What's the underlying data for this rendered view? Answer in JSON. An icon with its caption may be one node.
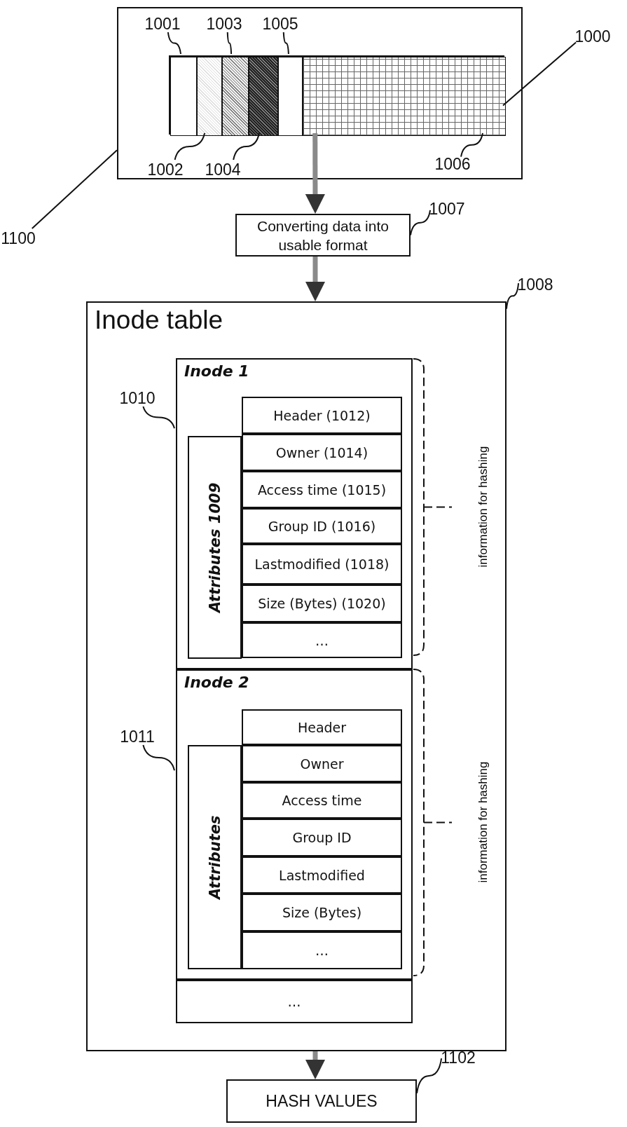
{
  "diagram": {
    "nodes": [
      {
        "text": [],
        "shape": "box"
      },
      {
        "text": [],
        "shape": "bar",
        "in": 0
      },
      {
        "text": [],
        "shape": "box",
        "in": 1
      },
      {
        "text": [],
        "shape": "box",
        "in": 1
      },
      {
        "text": [],
        "shape": "box",
        "in": 1
      },
      {
        "text": [],
        "shape": "box",
        "in": 1
      },
      {
        "text": [],
        "shape": "box",
        "in": 1
      },
      {
        "text": [],
        "shape": "box",
        "in": 1
      },
      {
        "text": [
          "1001"
        ],
        "in": 0
      },
      {
        "text": [
          "1002"
        ],
        "in": 0
      },
      {
        "text": [
          "1003"
        ],
        "in": 0
      },
      {
        "text": [
          "1004"
        ],
        "in": 0
      },
      {
        "text": [
          "1005"
        ],
        "in": 0
      },
      {
        "text": [
          "1006"
        ],
        "in": 0
      },
      {
        "text": [
          "1000"
        ]
      },
      {
        "text": [
          "1100"
        ]
      },
      {
        "text": [
          "Converting data into usable format"
        ]
      },
      {
        "text": [
          "1007"
        ]
      },
      {
        "text": [
          "Inode table"
        ]
      },
      {
        "text": [
          "1008"
        ]
      },
      {
        "text": [
          "Inode 1"
        ],
        "in": 18
      },
      {
        "text": [
          "1010"
        ],
        "in": 18
      },
      {
        "text": [
          "Attributes 1009"
        ],
        "in": 20
      },
      {
        "text": [
          "Header (1012)"
        ],
        "in": 20
      },
      {
        "text": [
          "Owner (1014)"
        ],
        "in": 20
      },
      {
        "text": [
          "Access time (1015)"
        ],
        "in": 20
      },
      {
        "text": [
          "Group ID (1016)"
        ],
        "in": 20
      },
      {
        "text": [
          "Lastmodified (1018)"
        ],
        "in": 20
      },
      {
        "text": [
          "Size (Bytes) (1020)"
        ],
        "in": 20
      },
      {
        "text": [
          "…"
        ],
        "in": 20
      },
      {
        "text": [
          "Inode 2"
        ],
        "in": 18
      },
      {
        "text": [
          "1011"
        ],
        "in": 18
      },
      {
        "text": [
          "Attributes"
        ],
        "in": 30
      },
      {
        "text": [
          "Header"
        ],
        "in": 30
      },
      {
        "text": [
          "Owner"
        ],
        "in": 30
      },
      {
        "text": [
          "Access time"
        ],
        "in": 30
      },
      {
        "text": [
          "Group ID"
        ],
        "in": 30
      },
      {
        "text": [
          "Lastmodified"
        ],
        "in": 30
      },
      {
        "text": [
          "Size (Bytes)"
        ],
        "in": 30
      },
      {
        "text": [
          "…"
        ],
        "in": 30
      },
      {
        "text": [
          "…"
        ],
        "in": 18
      },
      {
        "text": [
          "HASH VALUES"
        ]
      },
      {
        "text": [
          "1102"
        ]
      }
    ],
    "edges": [
      {
        "from": 8,
        "to": 2,
        "arrow": "none"
      },
      {
        "from": 9,
        "to": 3,
        "arrow": "none"
      },
      {
        "from": 10,
        "to": 4,
        "arrow": "none"
      },
      {
        "from": 11,
        "to": 5,
        "arrow": "none"
      },
      {
        "from": 12,
        "to": 6,
        "arrow": "none"
      },
      {
        "from": 13,
        "to": 7,
        "arrow": "none"
      },
      {
        "from": 14,
        "to": 1,
        "arrow": "none"
      },
      {
        "from": 15,
        "to": 0,
        "arrow": "none"
      },
      {
        "from": 17,
        "to": 16,
        "arrow": "none"
      },
      {
        "from": 19,
        "to": 18,
        "arrow": "none"
      },
      {
        "from": 21,
        "to": 20,
        "arrow": "none"
      },
      {
        "from": 31,
        "to": 30,
        "arrow": "none"
      },
      {
        "from": 42,
        "to": 41,
        "arrow": "none"
      },
      {
        "from": 1,
        "to": 16,
        "arrow": "to",
        "style": "thick",
        "color": "#8a8a8a"
      },
      {
        "from": 16,
        "to": 18,
        "arrow": "to",
        "style": "thick",
        "color": "#8a8a8a"
      },
      {
        "from": 18,
        "to": 41,
        "arrow": "to",
        "style": "thick",
        "color": "#8a8a8a"
      }
    ],
    "labels": [
      "information for hashing",
      "information for hashing"
    ]
  }
}
